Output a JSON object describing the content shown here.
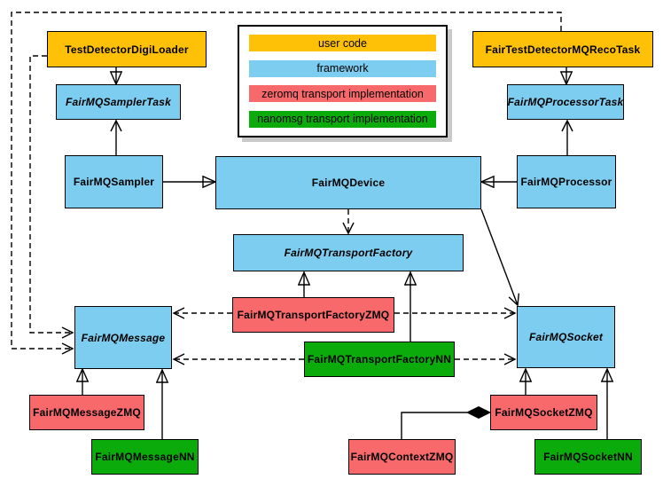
{
  "colors": {
    "user_code": "#FFC107",
    "framework": "#7DCDF0",
    "zeromq": "#F8696B",
    "nanomsg": "#0BAB0B",
    "line": "#000000"
  },
  "legend": {
    "items": [
      {
        "label": "user code",
        "type": "user_code"
      },
      {
        "label": "framework",
        "type": "framework"
      },
      {
        "label": "zeromq transport implementation",
        "type": "zeromq"
      },
      {
        "label": "nanomsg transport implementation",
        "type": "nanomsg"
      }
    ]
  },
  "nodes": {
    "digiLoader": {
      "label": "TestDetectorDigiLoader",
      "type": "user_code",
      "abstract": false
    },
    "recoTask": {
      "label": "FairTestDetectorMQRecoTask",
      "type": "user_code",
      "abstract": false
    },
    "samplerTask": {
      "label": "FairMQSamplerTask",
      "type": "framework",
      "abstract": true
    },
    "processorTask": {
      "label": "FairMQProcessorTask",
      "type": "framework",
      "abstract": true
    },
    "sampler": {
      "label": "FairMQSampler",
      "type": "framework",
      "abstract": false
    },
    "device": {
      "label": "FairMQDevice",
      "type": "framework",
      "abstract": false
    },
    "processor": {
      "label": "FairMQProcessor",
      "type": "framework",
      "abstract": false
    },
    "transportFactory": {
      "label": "FairMQTransportFactory",
      "type": "framework",
      "abstract": true
    },
    "transportFactoryZMQ": {
      "label": "FairMQTransportFactoryZMQ",
      "type": "zeromq",
      "abstract": false
    },
    "transportFactoryNN": {
      "label": "FairMQTransportFactoryNN",
      "type": "nanomsg",
      "abstract": false
    },
    "message": {
      "label": "FairMQMessage",
      "type": "framework",
      "abstract": true
    },
    "socket": {
      "label": "FairMQSocket",
      "type": "framework",
      "abstract": true
    },
    "messageZMQ": {
      "label": "FairMQMessageZMQ",
      "type": "zeromq",
      "abstract": false
    },
    "messageNN": {
      "label": "FairMQMessageNN",
      "type": "nanomsg",
      "abstract": false
    },
    "socketZMQ": {
      "label": "FairMQSocketZMQ",
      "type": "zeromq",
      "abstract": false
    },
    "socketNN": {
      "label": "FairMQSocketNN",
      "type": "nanomsg",
      "abstract": false
    },
    "contextZMQ": {
      "label": "FairMQContextZMQ",
      "type": "zeromq",
      "abstract": false
    }
  },
  "edges": [
    {
      "from": "TestDetectorDigiLoader",
      "to": "FairMQSamplerTask",
      "kind": "inheritance"
    },
    {
      "from": "FairTestDetectorMQRecoTask",
      "to": "FairMQProcessorTask",
      "kind": "inheritance"
    },
    {
      "from": "FairMQSampler",
      "to": "FairMQSamplerTask",
      "kind": "association"
    },
    {
      "from": "FairMQProcessor",
      "to": "FairMQProcessorTask",
      "kind": "association"
    },
    {
      "from": "FairMQSampler",
      "to": "FairMQDevice",
      "kind": "inheritance"
    },
    {
      "from": "FairMQProcessor",
      "to": "FairMQDevice",
      "kind": "inheritance"
    },
    {
      "from": "FairMQDevice",
      "to": "FairMQTransportFactory",
      "kind": "dependency"
    },
    {
      "from": "FairMQDevice",
      "to": "FairMQSocket",
      "kind": "association"
    },
    {
      "from": "FairMQTransportFactoryZMQ",
      "to": "FairMQTransportFactory",
      "kind": "inheritance"
    },
    {
      "from": "FairMQTransportFactoryNN",
      "to": "FairMQTransportFactory",
      "kind": "inheritance"
    },
    {
      "from": "FairMQTransportFactoryZMQ",
      "to": "FairMQMessage",
      "kind": "dependency"
    },
    {
      "from": "FairMQTransportFactoryZMQ",
      "to": "FairMQSocket",
      "kind": "dependency"
    },
    {
      "from": "FairMQTransportFactoryNN",
      "to": "FairMQMessage",
      "kind": "dependency"
    },
    {
      "from": "FairMQTransportFactoryNN",
      "to": "FairMQSocket",
      "kind": "dependency"
    },
    {
      "from": "TestDetectorDigiLoader",
      "to": "FairMQMessage",
      "kind": "dependency"
    },
    {
      "from": "FairTestDetectorMQRecoTask",
      "to": "FairMQMessage",
      "kind": "dependency"
    },
    {
      "from": "FairMQMessageZMQ",
      "to": "FairMQMessage",
      "kind": "inheritance"
    },
    {
      "from": "FairMQMessageNN",
      "to": "FairMQMessage",
      "kind": "inheritance"
    },
    {
      "from": "FairMQSocketZMQ",
      "to": "FairMQSocket",
      "kind": "inheritance"
    },
    {
      "from": "FairMQSocketNN",
      "to": "FairMQSocket",
      "kind": "inheritance"
    },
    {
      "from": "FairMQContextZMQ",
      "to": "FairMQSocketZMQ",
      "kind": "composition"
    }
  ]
}
